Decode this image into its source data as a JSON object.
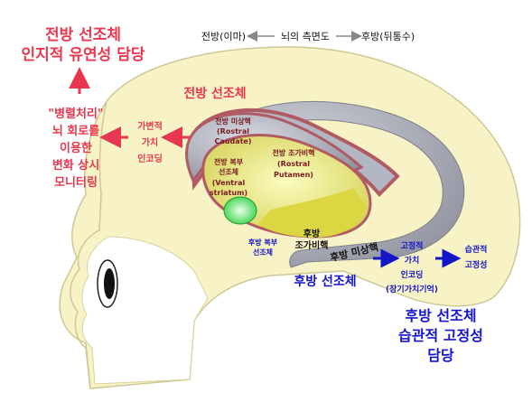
{
  "header": {
    "anterior": "전방(이마)",
    "middle": "뇌의 측면도",
    "posterior": "후방(뒤통수)"
  },
  "anterior_title": {
    "line1": "전방 선조체",
    "line2": "인지적 유연성 담당"
  },
  "anterior_functions": {
    "line1": "\"병렬처리\"",
    "line2": "뇌 회로를",
    "line3": "이용한",
    "line4": "변화 상시",
    "line5": "모니터링"
  },
  "flexible_value": {
    "line1": "가변적",
    "line2": "가치",
    "line3": "인코딩"
  },
  "anterior_striatum_label": "전방 선조체",
  "rostral_caudate": {
    "line1": "전방 미상핵",
    "line2": "(Rostral",
    "line3": "Caudate)"
  },
  "rostral_putamen": {
    "line1": "전방 조가비핵",
    "line2": "(Rostral",
    "line3": "Putamen)"
  },
  "ventral_striatum": {
    "line1": "전방 복부",
    "line2": "선조체",
    "line3": "(Ventral",
    "line4": "striatum)"
  },
  "posterior_ventral": {
    "line1": "후방 복부",
    "line2": "선조체"
  },
  "posterior_putamen": {
    "line1": "후방",
    "line2": "조가비핵"
  },
  "posterior_caudate": "후방 미상핵",
  "posterior_striatum_label": "후방 선조체",
  "stable_value": {
    "line1": "고정적",
    "line2": "가치",
    "line3": "인코딩",
    "line4": "(장기가치기억)"
  },
  "habit": {
    "line1": "습관적",
    "line2": "고정성"
  },
  "posterior_title": {
    "line1": "후방 선조체",
    "line2": "습관적 고정성",
    "line3": "담당"
  },
  "colors": {
    "brain": "#f7f3c6",
    "brain_edge": "#d9d29a",
    "striatum_border": "#b05a63",
    "caudate": "#9a9da8",
    "putamen": "#e4e27a",
    "ventral": "#37d84b",
    "red_text": "#e8384f",
    "blue_text": "#1515c8"
  }
}
